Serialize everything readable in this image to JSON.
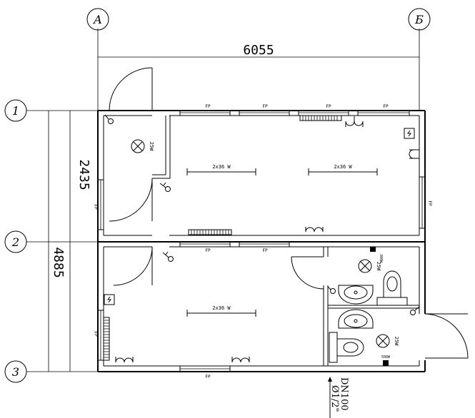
{
  "axes": {
    "a": "A",
    "b": "Б",
    "row1": "1",
    "row2": "2",
    "row3": "3"
  },
  "dimensions": {
    "width": "6055",
    "upper_height": "2435",
    "total_height": "4885"
  },
  "labels": {
    "fp": "FP",
    "lamp_main": "2x36 W",
    "bulb_25": "25W",
    "ceiling_box": "300W",
    "heater_500": "500W",
    "pipe_dn": "DN100",
    "pipe_dia": "Ø1/2\""
  }
}
